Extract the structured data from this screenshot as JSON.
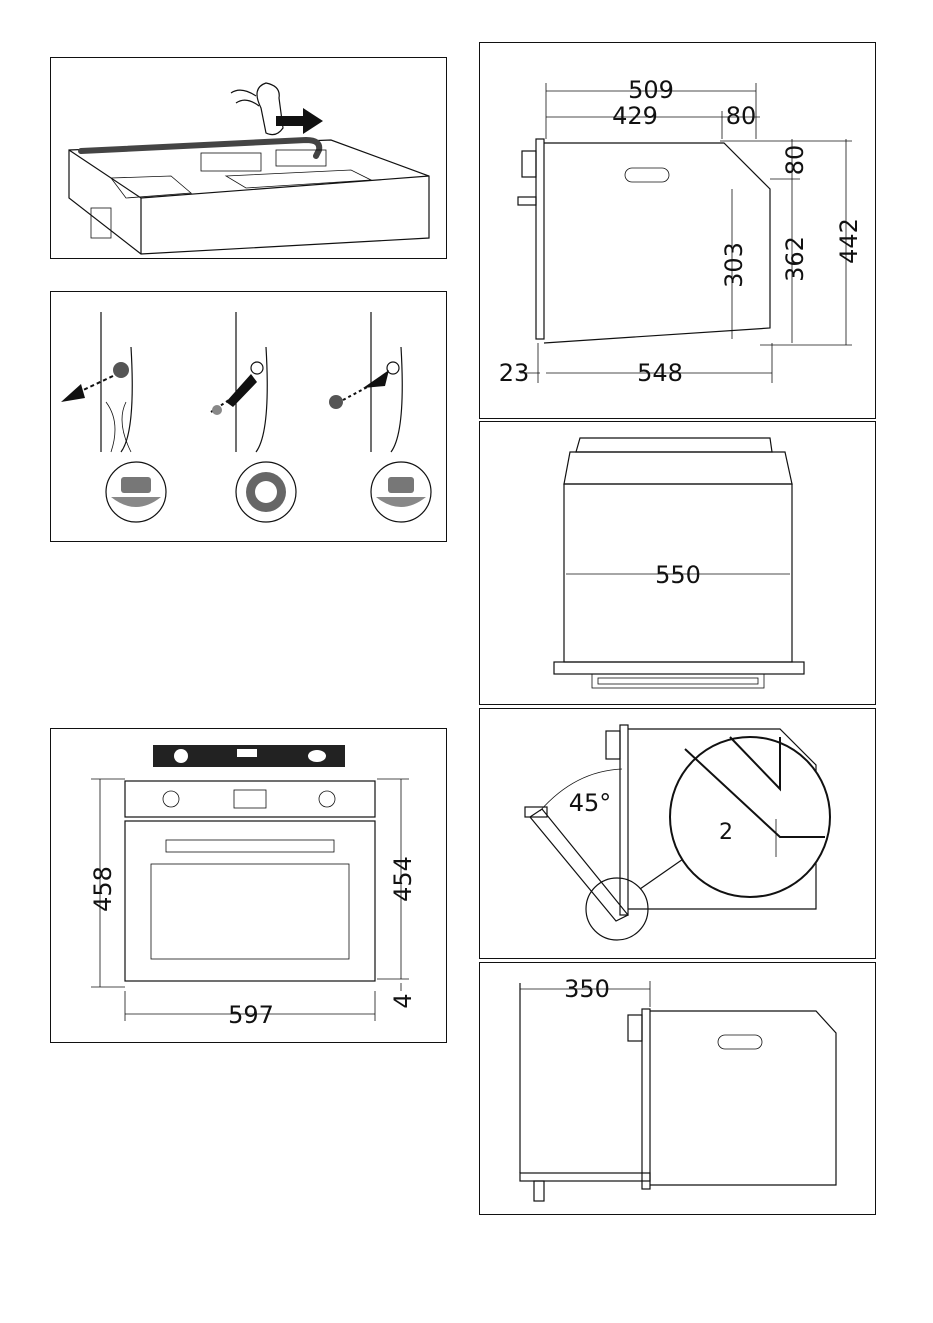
{
  "figures": {
    "side_view": {
      "dims": [
        "509",
        "429",
        "80",
        "80",
        "303",
        "362",
        "442",
        "23",
        "548"
      ]
    },
    "top_view": {
      "dims": [
        "550"
      ]
    },
    "door_angle": {
      "angle": "45°",
      "gap": "2"
    },
    "clearance": {
      "dims": [
        "350"
      ]
    },
    "front_view": {
      "dims": [
        "458",
        "454",
        "597",
        "4"
      ]
    }
  }
}
